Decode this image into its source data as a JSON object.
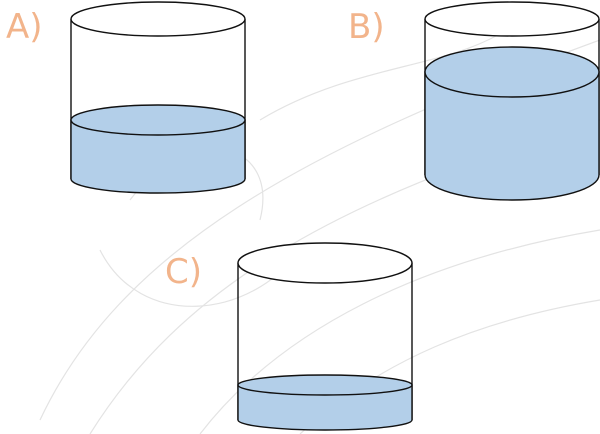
{
  "water_color": "#b3cfe9",
  "label_color": "#f2b48b",
  "options": [
    {
      "label": "A)",
      "fill_level": 0.47
    },
    {
      "label": "B)",
      "fill_level": 0.82
    },
    {
      "label": "C)",
      "fill_level": 0.25
    }
  ]
}
